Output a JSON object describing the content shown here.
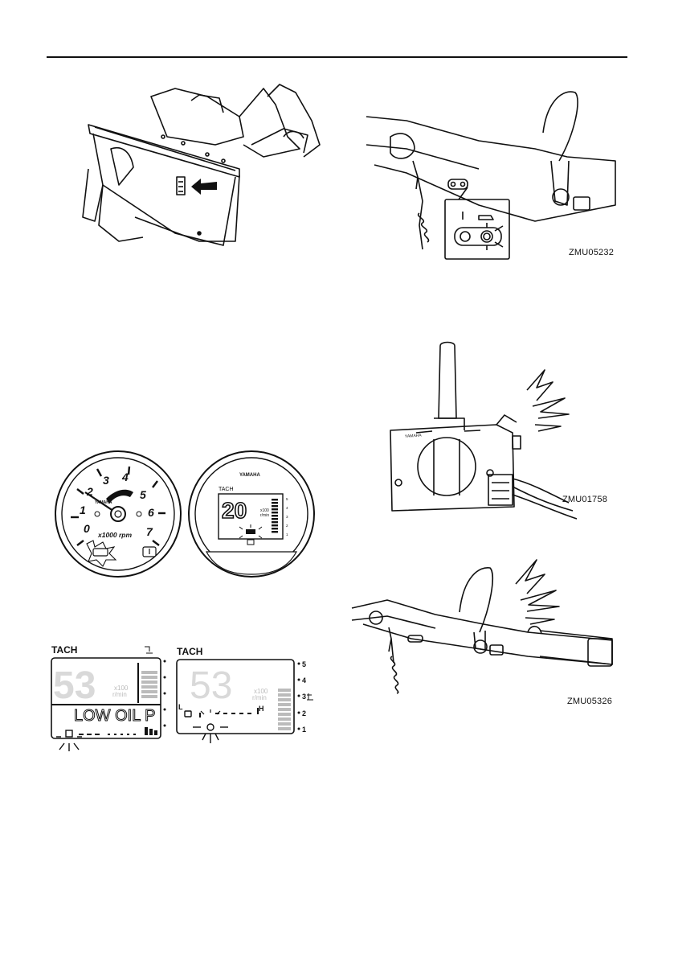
{
  "figure_codes": {
    "fig2": "ZMU05232",
    "fig4": "ZMU01758",
    "fig7": "ZMU05326"
  },
  "analog_gauge": {
    "numbers": [
      "0",
      "1",
      "2",
      "3",
      "4",
      "5",
      "6",
      "7"
    ],
    "brand": "YAMAHA",
    "unit": "x1000 rpm"
  },
  "digital_gauge": {
    "brand": "YAMAHA",
    "label": "TACH",
    "reading": "20",
    "multiplier": "x100",
    "unit": "r/min",
    "scale": [
      "5",
      "4",
      "3",
      "2",
      "1"
    ]
  },
  "lcd1": {
    "label": "TACH",
    "reading": "53",
    "multiplier": "x100",
    "unit": "r/min",
    "message": "LOW OIL P"
  },
  "lcd2": {
    "label": "TACH",
    "reading": "53",
    "multiplier": "x100",
    "unit": "r/min",
    "low": "L",
    "high": "H",
    "scale": [
      "5",
      "4",
      "3",
      "2",
      "1"
    ]
  }
}
